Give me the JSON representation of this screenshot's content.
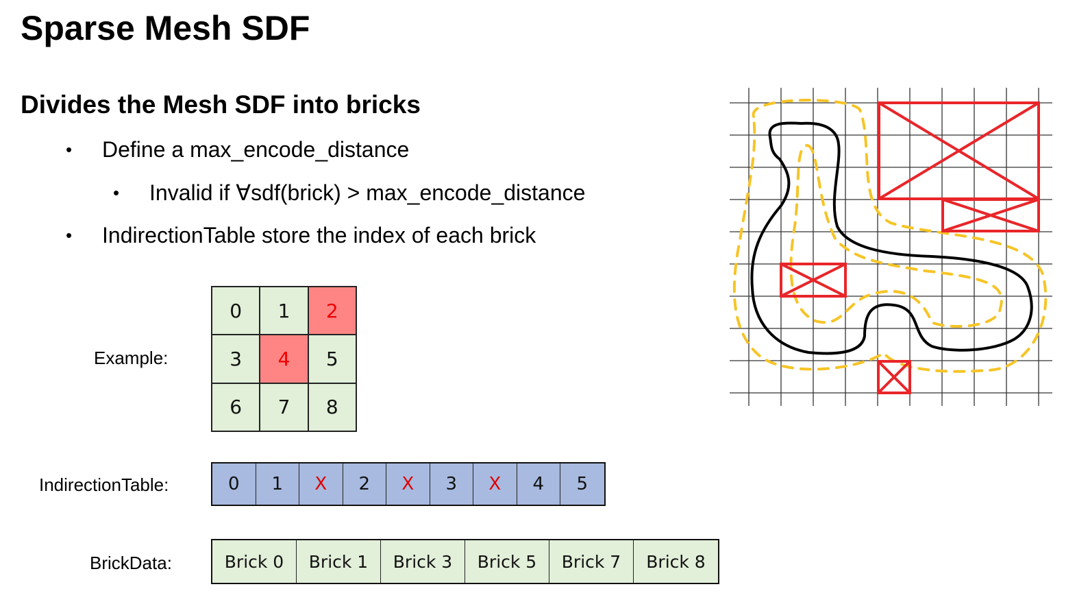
{
  "title": "Sparse Mesh SDF",
  "subtitle": "Divides the Mesh SDF into bricks",
  "bullets": {
    "b1": "Define a max_encode_distance",
    "b2": "Invalid if ∀sdf(brick) > max_encode_distance",
    "b3": "IndirectionTable store the index of each brick",
    "dot": "•"
  },
  "labels": {
    "example": "Example:",
    "indirection": "IndirectionTable:",
    "brickdata": "BrickData:"
  },
  "example_grid": [
    {
      "value": "0",
      "invalid": false
    },
    {
      "value": "1",
      "invalid": false
    },
    {
      "value": "2",
      "invalid": true
    },
    {
      "value": "3",
      "invalid": false
    },
    {
      "value": "4",
      "invalid": true
    },
    {
      "value": "5",
      "invalid": false
    },
    {
      "value": "6",
      "invalid": false
    },
    {
      "value": "7",
      "invalid": false
    },
    {
      "value": "8",
      "invalid": false
    }
  ],
  "indirection_table": [
    "0",
    "1",
    "X",
    "2",
    "X",
    "3",
    "X",
    "4",
    "5"
  ],
  "brick_data": [
    "Brick 0",
    "Brick 1",
    "Brick 3",
    "Brick 5",
    "Brick 7",
    "Brick 8"
  ],
  "colors": {
    "valid_cell": "#e2efd9",
    "invalid_cell": "#ff8585",
    "invalid_text": "#ee0000",
    "indirection_cell": "#a8badf",
    "invalid_box": "#e8262a",
    "sdf_contour": "#f6c426",
    "mesh_outline": "#000000"
  }
}
